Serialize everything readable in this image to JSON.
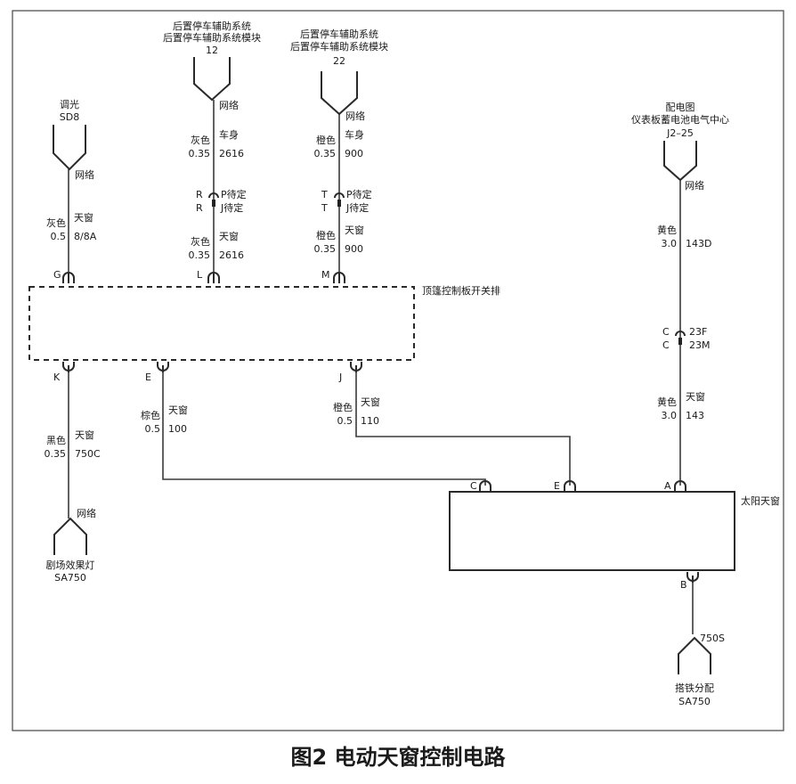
{
  "caption": "图2  电动天窗控制电路",
  "components": {
    "dimmer": {
      "name": "调光",
      "code": "SD8",
      "network": "网络"
    },
    "park12": {
      "line1": "后置停车辅助系统",
      "line2": "后置停车辅助系统模块",
      "num": "12",
      "network": "网络"
    },
    "park22": {
      "line1": "后置停车辅助系统",
      "line2": "后置停车辅助系统模块",
      "num": "22",
      "network": "网络"
    },
    "power": {
      "line1": "配电图",
      "line2": "仪表板蓄电池电气中心",
      "code": "J2–25",
      "network": "网络"
    },
    "switch_panel": {
      "name": "顶篷控制板开关排"
    },
    "sunroof": {
      "name": "太阳天窗"
    },
    "theater": {
      "network": "网络",
      "name": "剧场效果灯",
      "code": "SA750"
    },
    "ground": {
      "splice": "750S",
      "name": "搭铁分配",
      "code": "SA750"
    }
  },
  "wires": {
    "g": {
      "color": "灰色",
      "gauge": "0.5",
      "func": "天窗",
      "circuit": "8/8A"
    },
    "l_top": {
      "color": "灰色",
      "gauge": "0.35",
      "func": "车身",
      "circuit": "2616"
    },
    "l_bot": {
      "color": "灰色",
      "gauge": "0.35",
      "func": "天窗",
      "circuit": "2616"
    },
    "m_top": {
      "color": "橙色",
      "gauge": "0.35",
      "func": "车身",
      "circuit": "900"
    },
    "m_bot": {
      "color": "橙色",
      "gauge": "0.35",
      "func": "天窗",
      "circuit": "900"
    },
    "a_top": {
      "color": "黄色",
      "gauge": "3.0",
      "circuit": "143D"
    },
    "a_bot": {
      "color": "黄色",
      "gauge": "3.0",
      "func": "天窗",
      "circuit": "143"
    },
    "k": {
      "color": "黑色",
      "gauge": "0.35",
      "func": "天窗",
      "circuit": "750C"
    },
    "e": {
      "color": "棕色",
      "gauge": "0.5",
      "func": "天窗",
      "circuit": "100"
    },
    "j": {
      "color": "橙色",
      "gauge": "0.5",
      "func": "天窗",
      "circuit": "110"
    }
  },
  "inline_connectors": {
    "l": {
      "top": "R",
      "bottom": "R",
      "top_note": "P待定",
      "bottom_note": "J待定"
    },
    "m": {
      "top": "T",
      "bottom": "T",
      "top_note": "P待定",
      "bottom_note": "J待定"
    },
    "a": {
      "top": "C",
      "bottom": "C",
      "top_note": "23F",
      "bottom_note": "23M"
    }
  },
  "pins": {
    "switch_g": "G",
    "switch_l": "L",
    "switch_m": "M",
    "switch_k": "K",
    "switch_e": "E",
    "switch_j": "J",
    "sunroof_c": "C",
    "sunroof_e": "E",
    "sunroof_a": "A",
    "sunroof_b": "B"
  }
}
